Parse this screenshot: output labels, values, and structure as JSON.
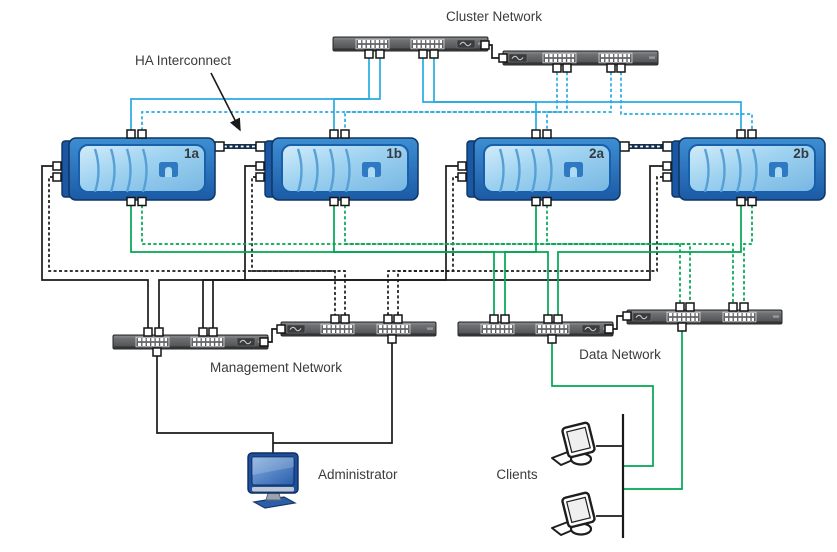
{
  "labels": {
    "cluster_network": "Cluster Network",
    "ha_interconnect": "HA Interconnect",
    "management_network": "Management Network",
    "data_network": "Data Network",
    "administrator": "Administrator",
    "clients": "Clients"
  },
  "nodes": [
    {
      "id": "node-1a",
      "label": "1a"
    },
    {
      "id": "node-1b",
      "label": "1b"
    },
    {
      "id": "node-2a",
      "label": "2a"
    },
    {
      "id": "node-2b",
      "label": "2b"
    }
  ],
  "icons": {
    "storage_controller": "netapp-controller-icon",
    "network_switch": "rack-switch-icon",
    "workstation": "monitor-icon",
    "client_pc": "desktop-sketch-icon"
  },
  "colors": {
    "cluster_cable": "#29ABE2",
    "data_cable": "#00A551",
    "mgmt_cable": "#1A1A1A",
    "node_blue": "#2E7BC6",
    "switch_gray": "#58595B",
    "label_gray": "#3C3C3C"
  }
}
